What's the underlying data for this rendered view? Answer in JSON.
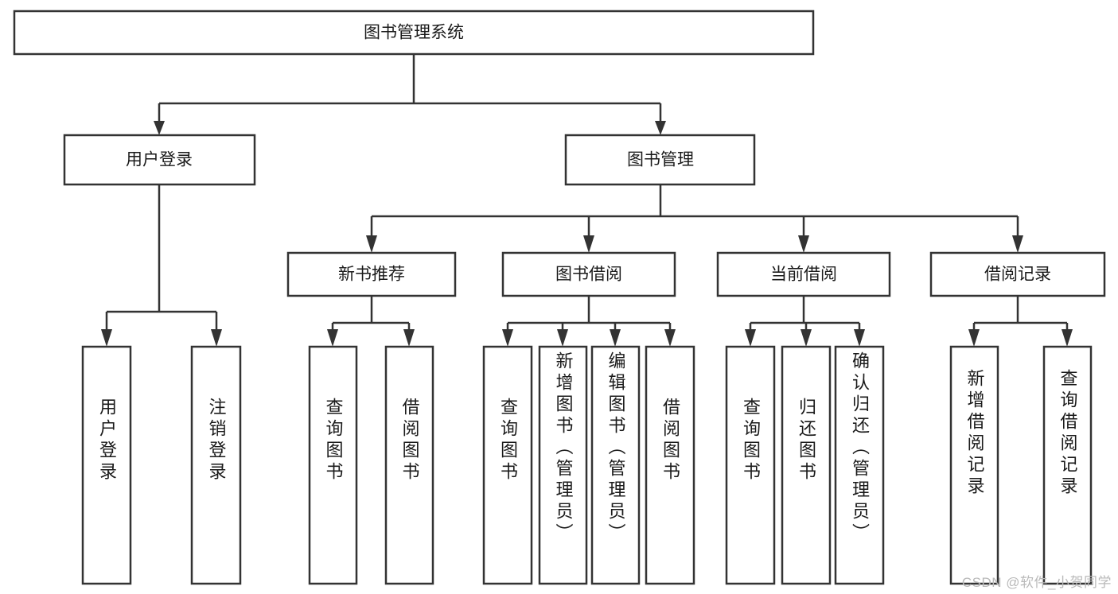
{
  "diagram": {
    "title": "图书管理系统",
    "type": "tree",
    "root": {
      "label": "图书管理系统",
      "id": "root"
    },
    "level2": [
      {
        "id": "user-login",
        "label": "用户登录"
      },
      {
        "id": "book-manage",
        "label": "图书管理"
      }
    ],
    "level3": [
      {
        "id": "new-book-recommend",
        "label": "新书推荐"
      },
      {
        "id": "book-borrow",
        "label": "图书借阅"
      },
      {
        "id": "current-borrow",
        "label": "当前借阅"
      },
      {
        "id": "borrow-record",
        "label": "借阅记录"
      }
    ],
    "leaves": {
      "user_login": [
        {
          "id": "leaf-user-login",
          "label": "用户登录"
        },
        {
          "id": "leaf-logout",
          "label": "注销登录"
        }
      ],
      "new_book_recommend": [
        {
          "id": "leaf-query-book-1",
          "label": "查询图书"
        },
        {
          "id": "leaf-borrow-book-1",
          "label": "借阅图书"
        }
      ],
      "book_borrow": [
        {
          "id": "leaf-query-book-2",
          "label": "查询图书"
        },
        {
          "id": "leaf-add-book",
          "label": "新增图书（管理员）"
        },
        {
          "id": "leaf-edit-book",
          "label": "编辑图书（管理员）"
        },
        {
          "id": "leaf-borrow-book-2",
          "label": "借阅图书"
        }
      ],
      "current_borrow": [
        {
          "id": "leaf-query-book-3",
          "label": "查询图书"
        },
        {
          "id": "leaf-return-book",
          "label": "归还图书"
        },
        {
          "id": "leaf-confirm-return",
          "label": "确认归还（管理员）"
        }
      ],
      "borrow_record": [
        {
          "id": "leaf-add-record",
          "label": "新增借阅记录"
        },
        {
          "id": "leaf-query-record",
          "label": "查询借阅记录"
        }
      ]
    }
  },
  "watermark": {
    "text": "CSDN @软件_小贺同学"
  },
  "colors": {
    "stroke": "#333333",
    "box_fill": "#ffffff",
    "text": "#1a1a1a",
    "watermark": "#b9b9b9",
    "background": "#ffffff"
  }
}
